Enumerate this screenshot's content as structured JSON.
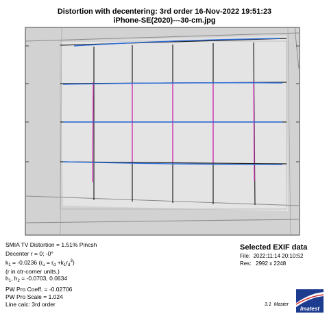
{
  "header": {
    "title_line1": "Distortion with decentering:  3rd order     16-Nov-2022 19:51:23",
    "title_line2": "iPhone-SE(2020)---30-cm.jpg"
  },
  "results": {
    "smia_tv_distortion": "SMIA TV Distortion = 1.51% Pincsh",
    "decenter": "Decenter r = 0;  -0°",
    "k1_prefix": "k",
    "k1_sub": "1",
    "k1_value": " = -0.0236  (r",
    "r_u_sub": "u",
    "eq_mid": " = r",
    "r_d_sub": "d",
    "eq_plus": " +k",
    "k1_sub2": "1",
    "eq_r": "r",
    "r_d3_sub": "d",
    "r_d3_sup": "3",
    "eq_close": ")",
    "units_note": "(r in ctr-corner units.)",
    "h_prefix": "h",
    "h1_sub": "1",
    "h_comma": ", h",
    "h2_sub": "2",
    "h_values": " = -0.0703, 0.0634",
    "pw_pro_coeff": "PW Pro Coeff. = -0.02706",
    "pw_pro_scale": "PW Pro Scale = 1.024",
    "line_calc": "Line calc: 3rd order"
  },
  "exif": {
    "title": "Selected EXIF data",
    "file_label": "File:",
    "file_value": "2022:11:14 20:10:52",
    "res_label": "Res:",
    "res_value": "2992 x 2248"
  },
  "footer": {
    "version": "3.1",
    "edition": "Master",
    "logo_text": "Imatest"
  },
  "colors": {
    "measured_horizontal": "#2f6fdc",
    "measured_vertical": "#e040c0",
    "chart_background": "#c8c8c8",
    "logo_blue": "#1d3b8f"
  }
}
